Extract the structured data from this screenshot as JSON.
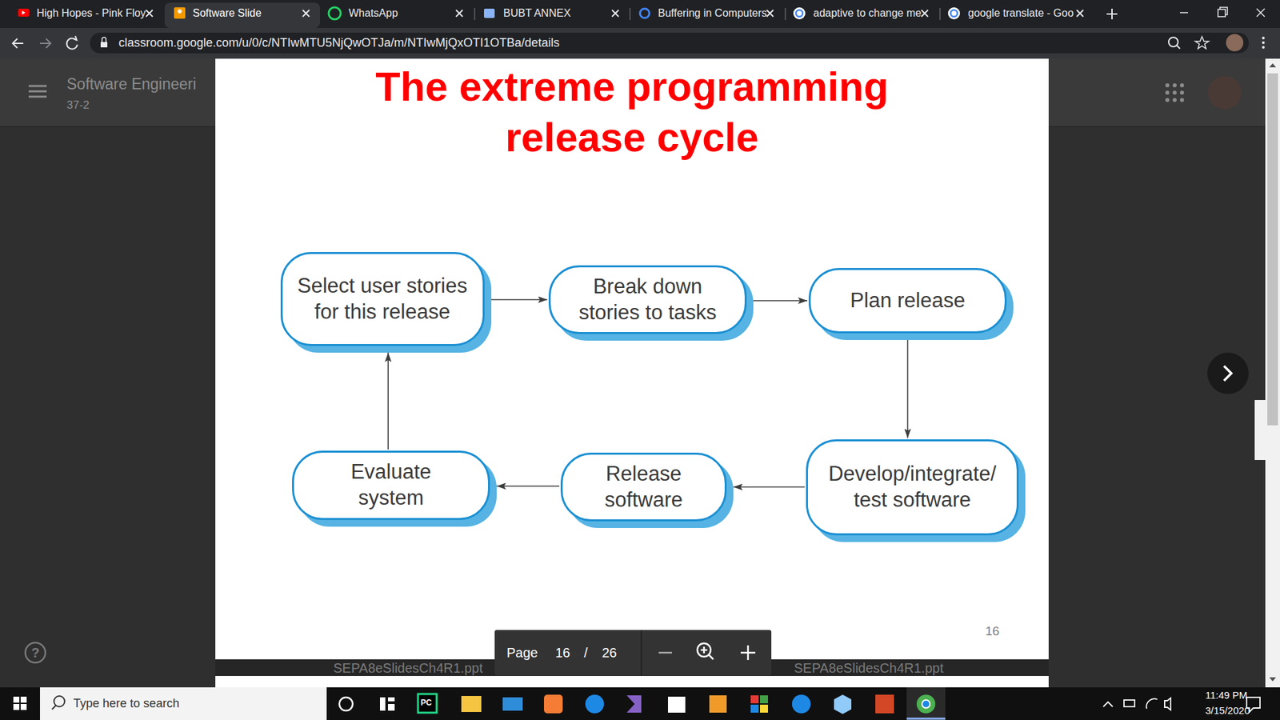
{
  "diagram": {
    "title": "The extreme programming release cycle",
    "nodes": [
      {
        "text": [
          "Select user stories for this release"
        ]
      },
      {
        "text": [
          "Break down stories to tasks"
        ]
      },
      {
        "text": [
          "Plan release"
        ]
      },
      {
        "text": [
          "Develop/integrate/ test software"
        ]
      },
      {
        "text": [
          "Release software"
        ]
      },
      {
        "text": [
          "Evaluate system"
        ]
      }
    ],
    "edges": [
      {
        "from": 0,
        "to": 1,
        "arrow": "to"
      },
      {
        "from": 1,
        "to": 2,
        "arrow": "to"
      },
      {
        "from": 2,
        "to": 3,
        "arrow": "to"
      },
      {
        "from": 3,
        "to": 4,
        "arrow": "to"
      },
      {
        "from": 4,
        "to": 5,
        "arrow": "to"
      },
      {
        "from": 5,
        "to": 0,
        "arrow": "to"
      }
    ],
    "labels": [
      "High Hopes - Pink Floy",
      "Software Slide",
      "WhatsApp",
      "BUBT ANNEX",
      "Buffering in Computers",
      "adaptive to change me",
      "google translate - Goo",
      "classroom.google.com/u/0/c/NTIwMTU5NjQwOTJa/m/NTIwMjQxOTI1OTBa/details",
      "Software Engineeri",
      "37-2",
      "16",
      "Page",
      "16",
      "/",
      "26",
      "SEPA8eSlidesCh4R1.ppt",
      "SEPA8eSlidesCh4R1.ppt",
      "Type here to search",
      "11:49 PM",
      "3/15/2020",
      "PC",
      "?"
    ]
  }
}
